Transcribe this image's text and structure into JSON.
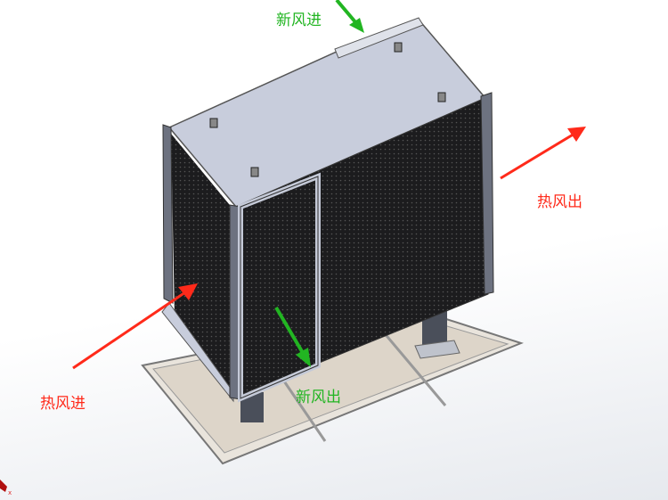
{
  "labels": {
    "fresh_air_in": "新风进",
    "hot_air_out": "热风出",
    "hot_air_in": "热风进",
    "fresh_air_out": "新风出"
  },
  "colors": {
    "hot": "#ff2a1a",
    "fresh": "#22b522",
    "panel": "#c5cad8",
    "coil": "#1c1c1e",
    "base": "#ddd5c9"
  }
}
